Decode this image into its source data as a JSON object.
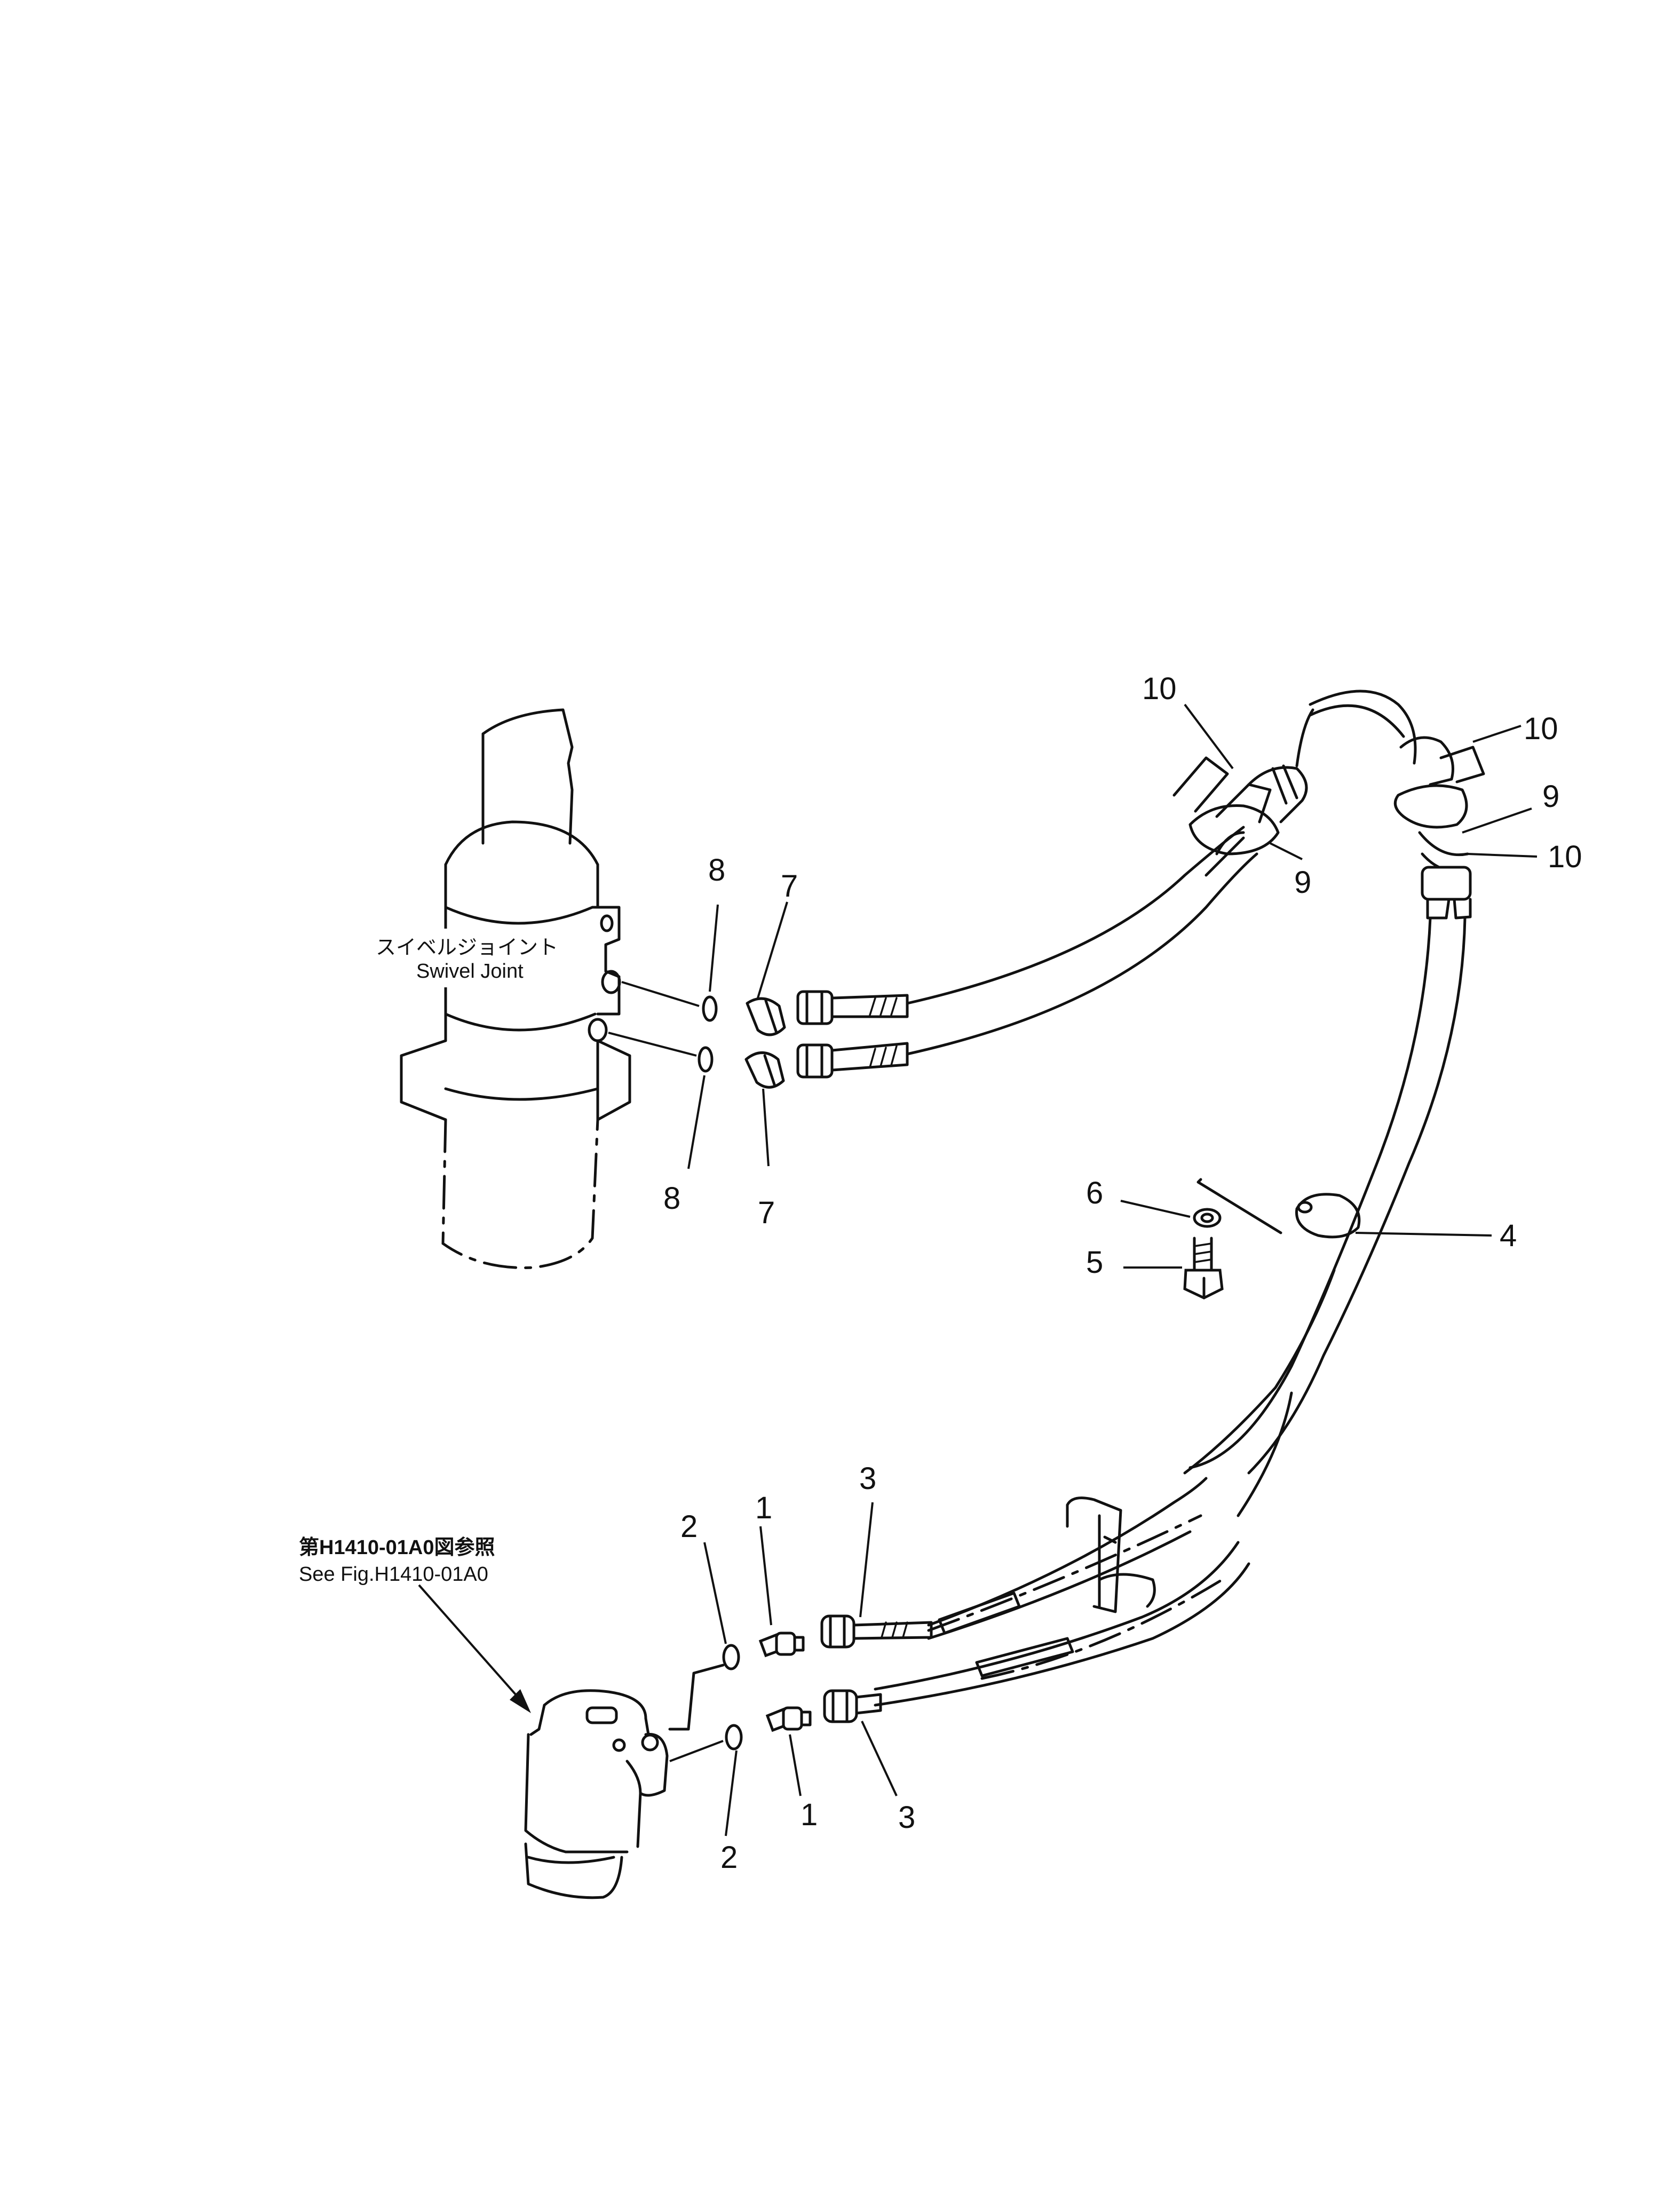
{
  "labels": {
    "swivel_joint_jp": "スイベルジョイント",
    "swivel_joint_en": "Swivel  Joint",
    "ref_jp": "第H1410-01A0図参照",
    "ref_en": "See Fig.H1410-01A0"
  },
  "callouts": {
    "c1a": "1",
    "c1b": "1",
    "c2a": "2",
    "c2b": "2",
    "c3a": "3",
    "c3b": "3",
    "c4": "4",
    "c5": "5",
    "c6": "6",
    "c7a": "7",
    "c7b": "7",
    "c8a": "8",
    "c8b": "8",
    "c9a": "9",
    "c9b": "9",
    "c10a": "10",
    "c10b": "10",
    "c10c": "10"
  }
}
